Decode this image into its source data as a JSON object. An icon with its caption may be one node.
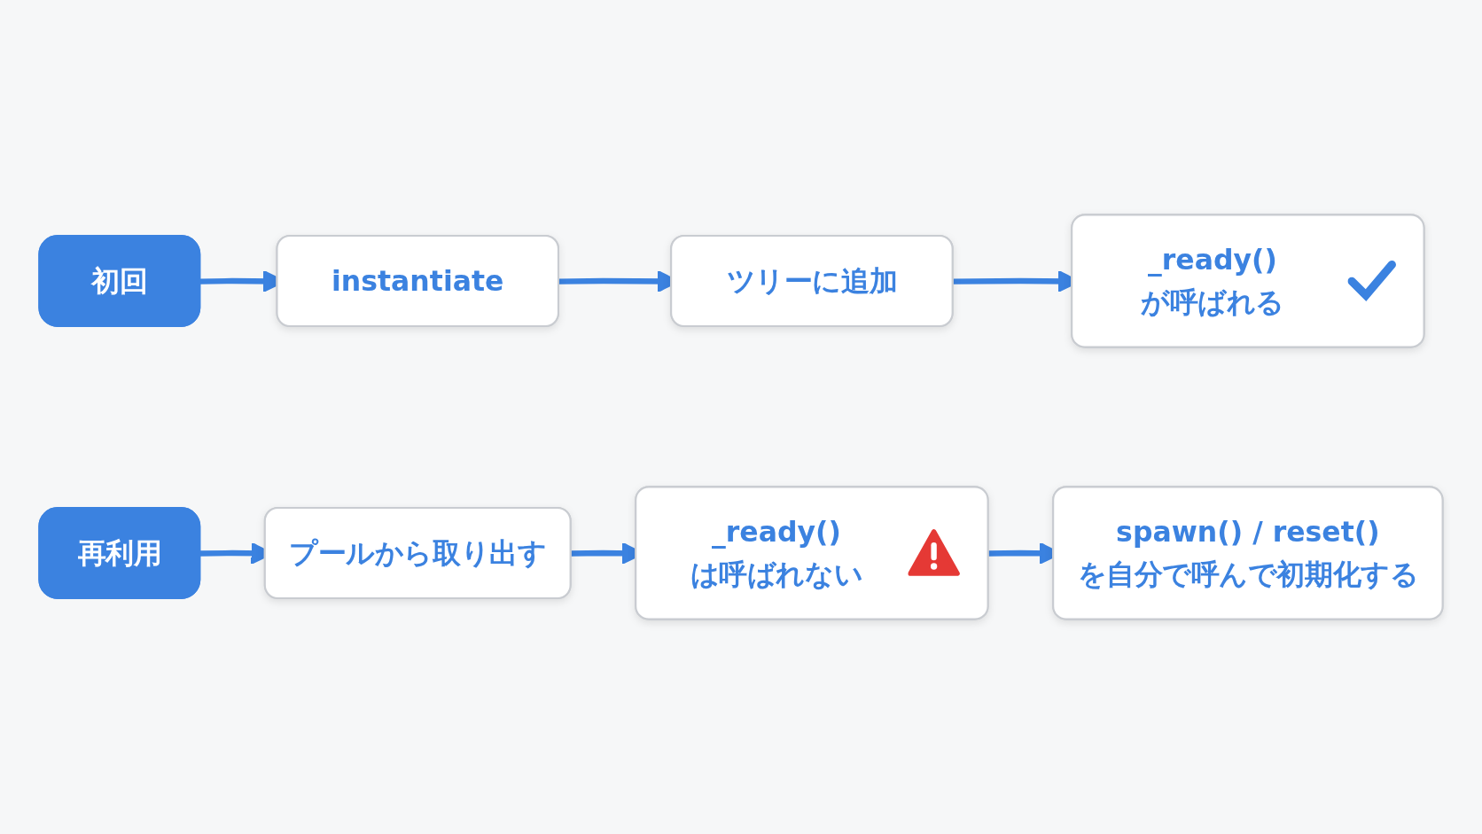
{
  "diagram": {
    "nodes": [
      {
        "text": [
          "初回"
        ]
      },
      {
        "text": [
          "instantiate"
        ]
      },
      {
        "text": [
          "ツリーに追加"
        ]
      },
      {
        "text": [
          "_ready() が呼ばれる"
        ]
      },
      {
        "text": [
          "再利用"
        ]
      },
      {
        "text": [
          "プールから取り出す"
        ]
      },
      {
        "text": [
          "_ready() は呼ばれない"
        ]
      },
      {
        "text": [
          "spawn() / reset() を自分で呼んで初期化する"
        ]
      }
    ],
    "edges": [
      {
        "from": 0,
        "to": 1,
        "arrow": "to"
      },
      {
        "from": 1,
        "to": 2,
        "arrow": "to"
      },
      {
        "from": 2,
        "to": 3,
        "arrow": "to"
      },
      {
        "from": 4,
        "to": 5,
        "arrow": "to"
      },
      {
        "from": 5,
        "to": 6,
        "arrow": "to"
      },
      {
        "from": 6,
        "to": 7,
        "arrow": "to"
      }
    ]
  }
}
